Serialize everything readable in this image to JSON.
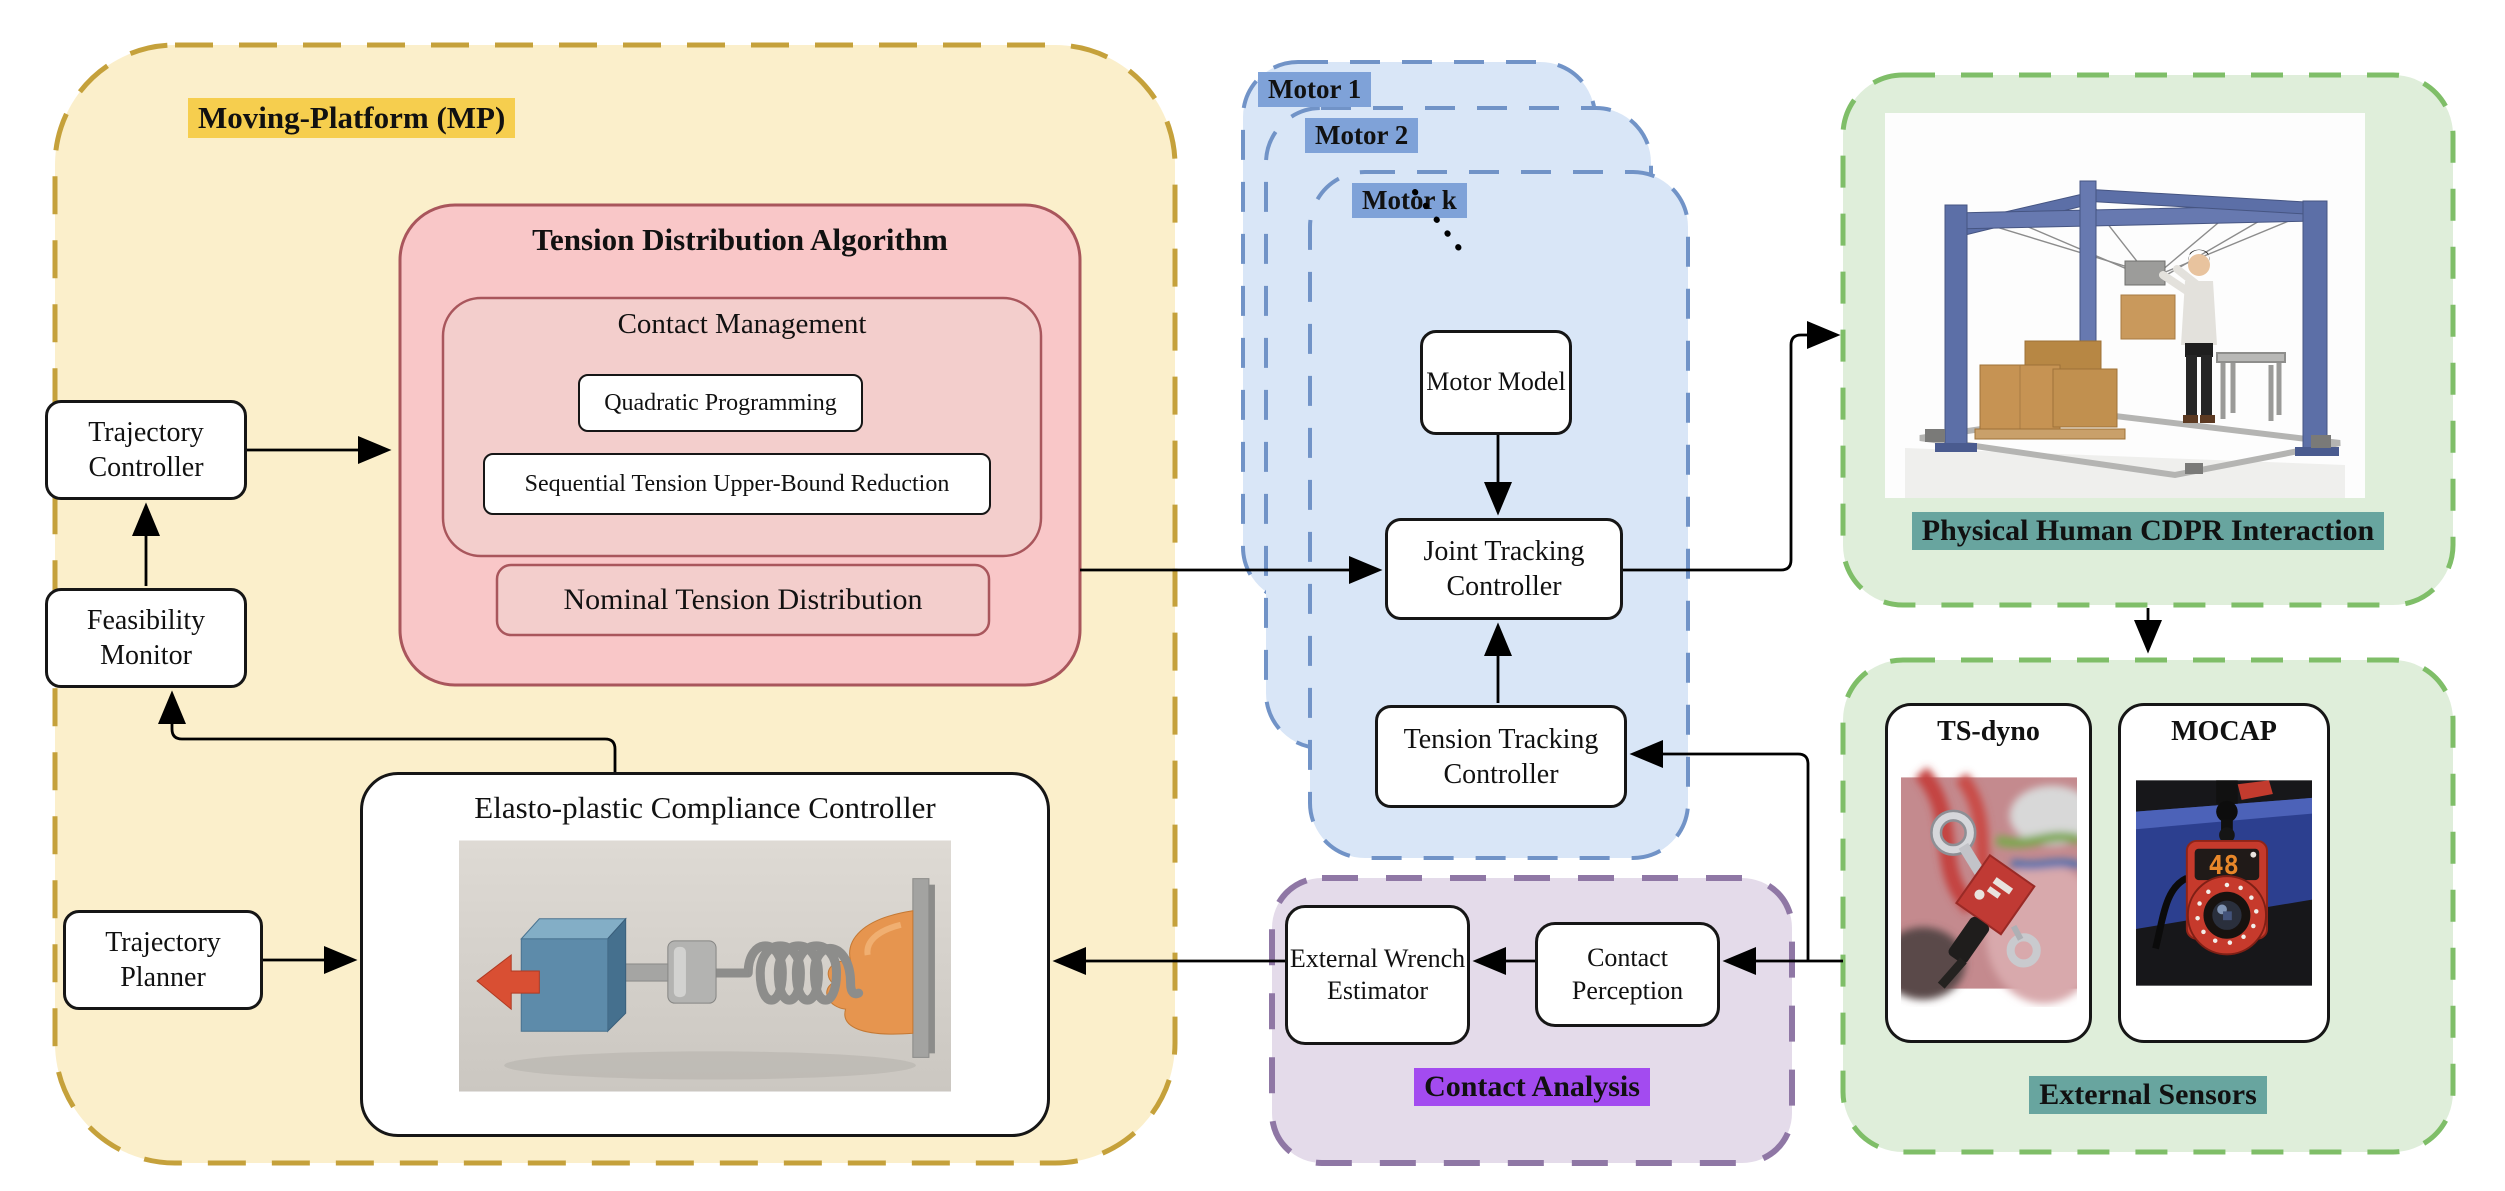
{
  "mp": {
    "label": "Moving-Platform (MP)"
  },
  "tda": {
    "title": "Tension Distribution Algorithm",
    "contact_management_title": "Contact Management",
    "quadratic_programming": "Quadratic Programming",
    "sequential_reduction": "Sequential Tension Upper-Bound Reduction",
    "nominal_tension": "Nominal Tension Distribution"
  },
  "left_blocks": {
    "trajectory_controller": "Trajectory Controller",
    "feasibility_monitor": "Feasibility Monitor",
    "trajectory_planner": "Trajectory Planner"
  },
  "epcc": {
    "title": "Elasto-plastic Compliance Controller"
  },
  "motors": {
    "motor1": "Motor 1",
    "motor2": "Motor 2",
    "motork": "Motor k",
    "motor_model": "Motor Model",
    "joint_tracking_controller": "Joint Tracking Controller",
    "tension_tracking_controller": "Tension Tracking Controller"
  },
  "phri": {
    "label": "Physical Human CDPR Interaction"
  },
  "sensors": {
    "label": "External  Sensors",
    "ts_dyno": "TS-dyno",
    "mocap": "MOCAP",
    "mocap_display": "48"
  },
  "contact_analysis": {
    "label": "Contact Analysis",
    "external_wrench_estimator": "External Wrench Estimator",
    "contact_perception": "Contact Perception"
  },
  "colors": {
    "mp_fill": "#FBEFCB",
    "mp_border": "#C5A13B",
    "mp_label_bg": "#F6CE4E",
    "red_fill": "#F9C7C8",
    "red_inner_fill": "#F3CECC",
    "red_border": "#A9565C",
    "blue_fill": "#D9E6F7",
    "blue_border": "#7193C7",
    "blue_label_bg": "#7FA2D8",
    "green_fill": "#DFEEDA",
    "green_border": "#7FBE68",
    "teal_label_bg": "#68A59F",
    "purple_fill": "#E4DBEA",
    "purple_border": "#8F77A5",
    "purple_label_bg": "#A34BF0",
    "arrow": "#000000"
  }
}
